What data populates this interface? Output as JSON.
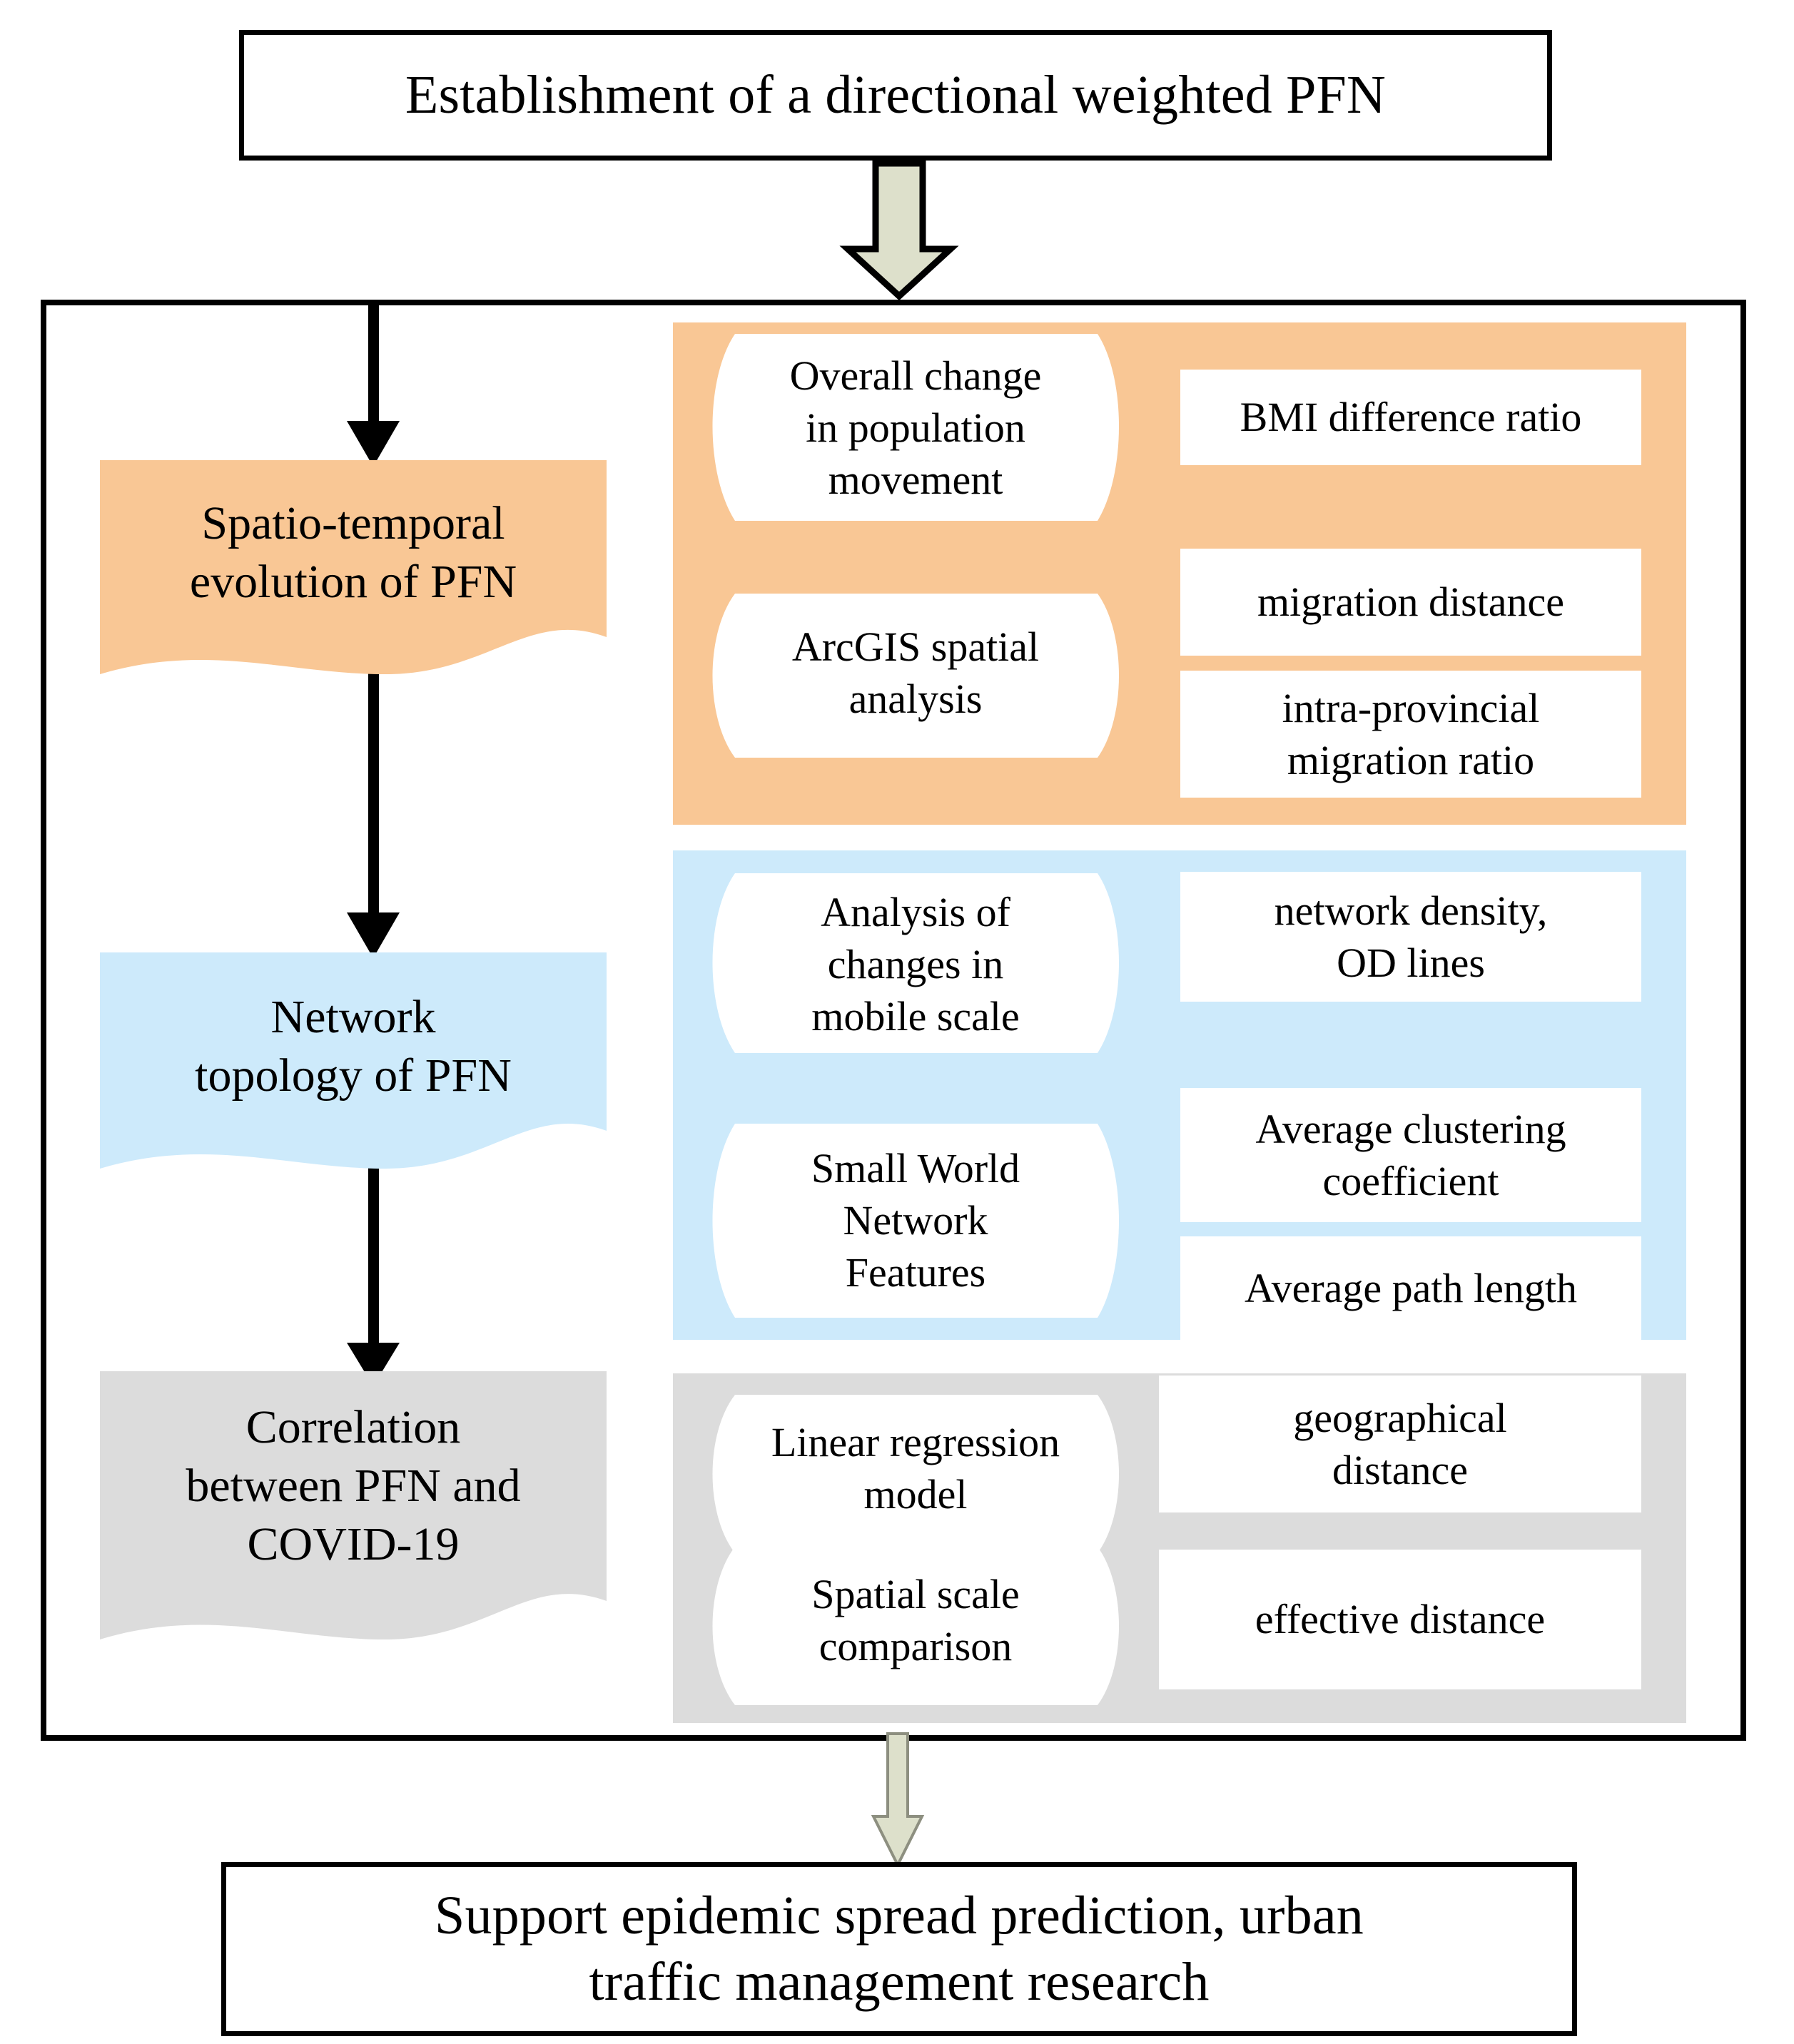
{
  "colors": {
    "orange": "#f9c795",
    "blue": "#cdeafb",
    "gray": "#dcdcdc",
    "arrow_fill": "#dde0cb",
    "outline": "#000000",
    "white": "#ffffff"
  },
  "top_box": {
    "title": "Establishment of a directional weighted PFN"
  },
  "bottom_box": {
    "line1": "Support epidemic spread prediction, urban",
    "line2": "traffic management research"
  },
  "arrows": {
    "top_block_arrow": "down-block-arrow-icon",
    "bottom_block_arrow": "down-block-arrow-icon",
    "connector_1": "down-arrow-icon",
    "connector_2": "down-arrow-icon"
  },
  "stages": [
    {
      "key": "spatio-temporal",
      "accent": "#f9c795",
      "wave_label_lines": [
        "Spatio-temporal",
        "evolution of PFN"
      ],
      "methods": [
        {
          "lines": [
            "Overall change",
            "in population",
            "movement"
          ]
        },
        {
          "lines": [
            "ArcGIS spatial",
            "analysis"
          ]
        }
      ],
      "metrics": [
        {
          "lines": [
            "BMI difference ratio"
          ]
        },
        {
          "lines": [
            "migration distance"
          ]
        },
        {
          "lines": [
            "intra-provincial",
            "migration ratio"
          ]
        }
      ]
    },
    {
      "key": "network-topology",
      "accent": "#cdeafb",
      "wave_label_lines": [
        "Network",
        "topology of PFN"
      ],
      "methods": [
        {
          "lines": [
            "Analysis of",
            "changes in",
            "mobile scale"
          ]
        },
        {
          "lines": [
            "Small World",
            "Network",
            "Features"
          ]
        }
      ],
      "metrics": [
        {
          "lines": [
            "network density,",
            "OD lines"
          ]
        },
        {
          "lines": [
            "Average clustering",
            "coefficient"
          ]
        },
        {
          "lines": [
            "Average path length"
          ]
        }
      ]
    },
    {
      "key": "correlation-covid",
      "accent": "#dcdcdc",
      "wave_label_lines": [
        "Correlation",
        "between PFN and",
        "COVID-19"
      ],
      "methods": [
        {
          "lines": [
            "Linear regression",
            "model"
          ]
        },
        {
          "lines": [
            "Spatial scale",
            "comparison"
          ]
        }
      ],
      "metrics": [
        {
          "lines": [
            "geographical",
            "distance"
          ]
        },
        {
          "lines": [
            "effective distance"
          ]
        }
      ]
    }
  ]
}
